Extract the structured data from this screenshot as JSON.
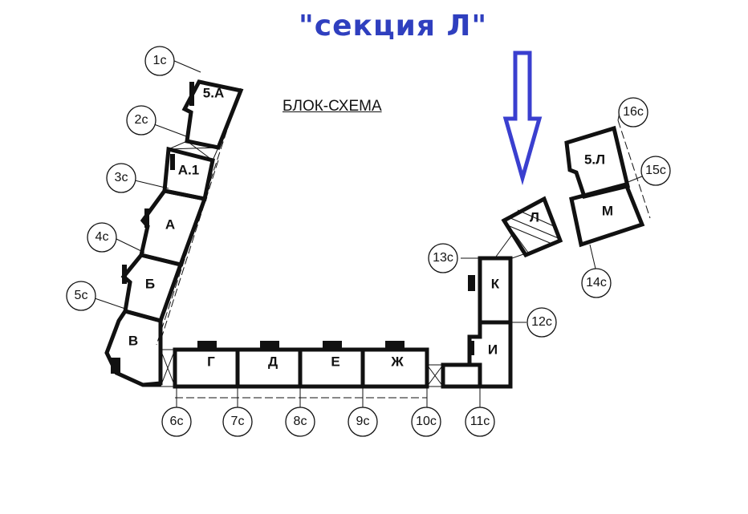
{
  "title": "\"секция Л\"",
  "schema_label": "БЛОК-СХЕМА",
  "sections": [
    {
      "id": "5a",
      "label": "5.А"
    },
    {
      "id": "a1",
      "label": "А.1"
    },
    {
      "id": "a",
      "label": "А"
    },
    {
      "id": "b",
      "label": "Б"
    },
    {
      "id": "v",
      "label": "В"
    },
    {
      "id": "g",
      "label": "Г"
    },
    {
      "id": "d",
      "label": "Д"
    },
    {
      "id": "e",
      "label": "Е"
    },
    {
      "id": "zh",
      "label": "Ж"
    },
    {
      "id": "i",
      "label": "И"
    },
    {
      "id": "k",
      "label": "К"
    },
    {
      "id": "l",
      "label": "Л"
    },
    {
      "id": "m",
      "label": "М"
    },
    {
      "id": "5l",
      "label": "5.Л"
    }
  ],
  "axis_labels": [
    "1с",
    "2с",
    "3с",
    "4с",
    "5с",
    "6с",
    "7с",
    "8с",
    "9с",
    "10с",
    "11с",
    "12с",
    "13с",
    "14с",
    "15с",
    "16с"
  ],
  "colors": {
    "title": "#2f3fbf",
    "arrow": "#3a3fcf",
    "lines": "#111111"
  }
}
